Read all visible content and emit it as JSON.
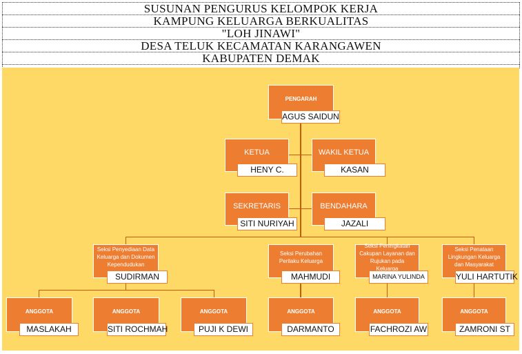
{
  "header": {
    "lines": [
      "SUSUNAN PENGURUS KELOMPOK KERJA",
      "KAMPUNG KELUARGA BERKUALITAS",
      "\"LOH JINAWI\"",
      "DESA TELUK KECAMATAN KARANGAWEN",
      "KABUPATEN DEMAK"
    ]
  },
  "colors": {
    "background": "#FFD966",
    "box": "#ED7D31",
    "line": "#C55A11"
  },
  "org": {
    "pengarah": {
      "role": "PENGARAH",
      "name": "AGUS SAIDUN"
    },
    "ketua": {
      "role": "KETUA",
      "name": "HENY C."
    },
    "wakil": {
      "role": "WAKIL KETUA",
      "name": "KASAN"
    },
    "sekretaris": {
      "role": "SEKRETARIS",
      "name": "SITI NURIYAH"
    },
    "bendahara": {
      "role": "BENDAHARA",
      "name": "JAZALI"
    },
    "seksi": [
      {
        "role": "Seksi Penyediaan Data Keluarga dan Dokumen Kependudukan",
        "name": "SUDIRMAN"
      },
      {
        "role": "Seksi Perubahan Perilaku Keluarga",
        "name": "MAHMUDI"
      },
      {
        "role": "Seksi Peningkatan Cakupan Layanan dan Rujukan pada Keluarga",
        "name": "MARINA YULINDA"
      },
      {
        "role": "Seksi Penataan Lingkungan Keluarga dan Masyarakat",
        "name": "YULI HARTUTIK"
      }
    ],
    "anggota": [
      {
        "role": "ANGGOTA",
        "name": "MASLAKAH"
      },
      {
        "role": "ANGGOTA",
        "name": "SITI ROCHMAH"
      },
      {
        "role": "ANGGOTA",
        "name": "PUJI K DEWI"
      },
      {
        "role": "ANGGOTA",
        "name": "DARMANTO"
      },
      {
        "role": "ANGGOTA",
        "name": "FACHROZI AW"
      },
      {
        "role": "ANGGOTA",
        "name": "ZAMRONI ST"
      }
    ]
  }
}
